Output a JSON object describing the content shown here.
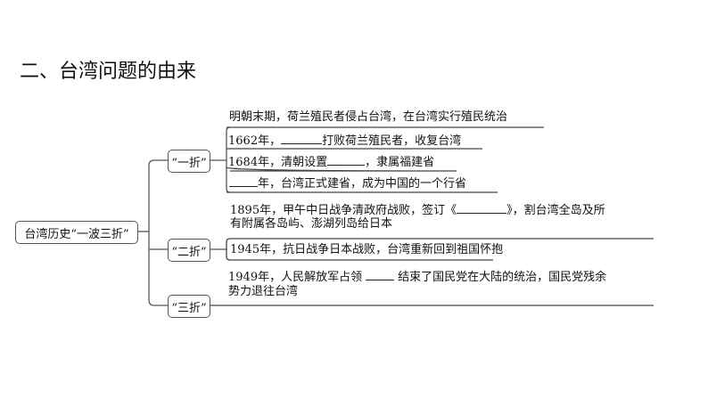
{
  "title": "二、台湾问题的由来",
  "root": "台湾历史“一波三折”",
  "nodes": [
    "“一折”",
    "“二折”",
    "“三折”"
  ],
  "branch1": {
    "item1": "明朝末期，荷兰殖民者侵占台湾，在台湾实行殖民统治",
    "item2_a": "1662年，",
    "item2_b": "打败荷兰殖民者，收复台湾",
    "item3_a": "1684年，清朝设置",
    "item3_b": "，隶属福建省",
    "item4_b": "年，台湾正式建省，成为中国的一个行省"
  },
  "branch2": {
    "item1_a": "1895年，甲午中日战争清政府战败，签订《",
    "item1_b": "》，割台湾全岛及所",
    "item1_c": "有附属各岛屿、澎湖列岛给日本",
    "item2": "1945年，抗日战争日本战败，台湾重新回到祖国怀抱"
  },
  "branch3": {
    "item1_a": "1949年，人民解放军占领",
    "item1_b": "结束了国民党在大陆的统治，国民党残余",
    "item1_c": "势力退往台湾"
  }
}
